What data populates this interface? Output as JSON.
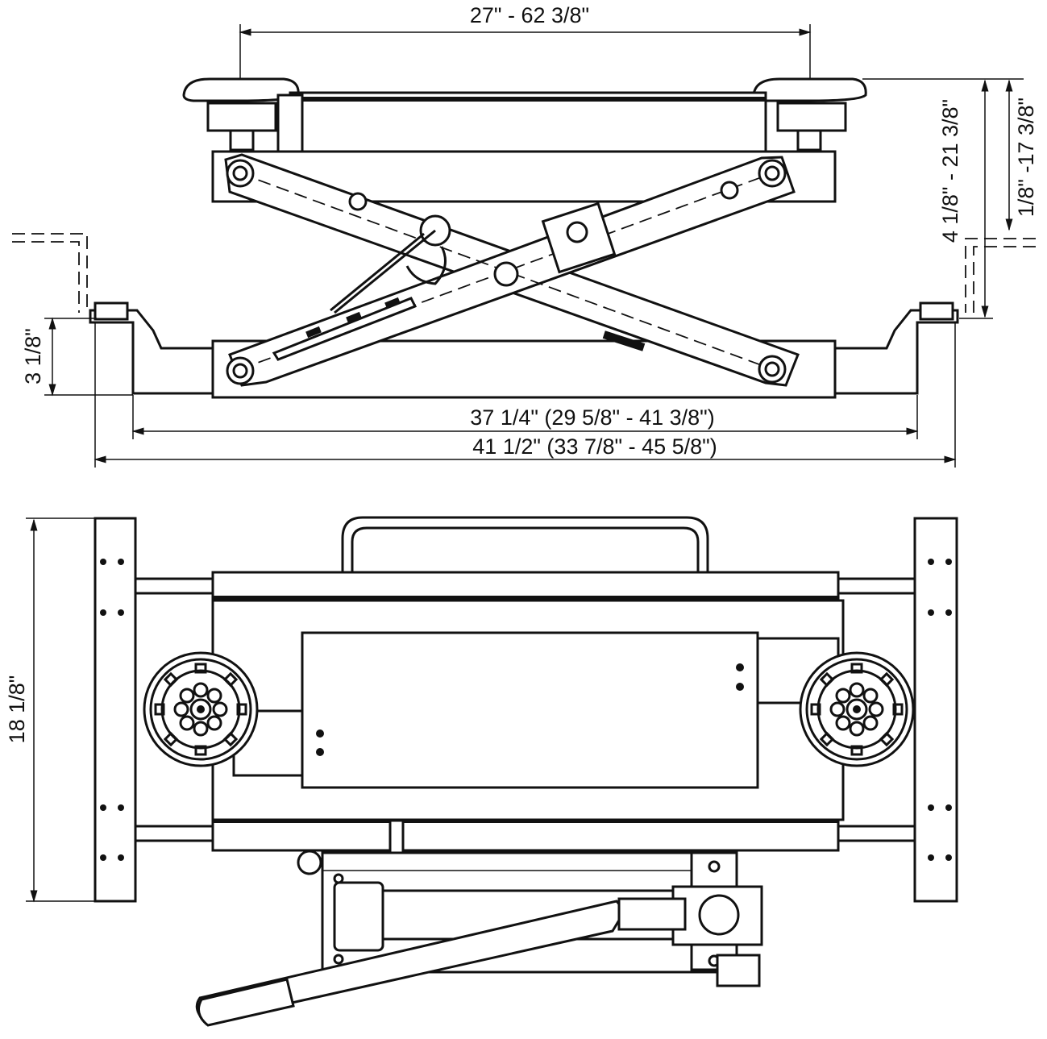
{
  "dimensions": {
    "top_span": "27\" - 62 3/8\"",
    "inner_width": "37 1/4\"  (29 5/8\" - 41 3/8\")",
    "outer_width": "41 1/2\" (33 7/8\" - 45 5/8\")",
    "base_height": "3 1/8\"",
    "lift_height_a": "4 1/8\" - 21 3/8\"",
    "lift_height_b": "1/8\" -17 3/8\"",
    "depth": "18 1/8\""
  }
}
